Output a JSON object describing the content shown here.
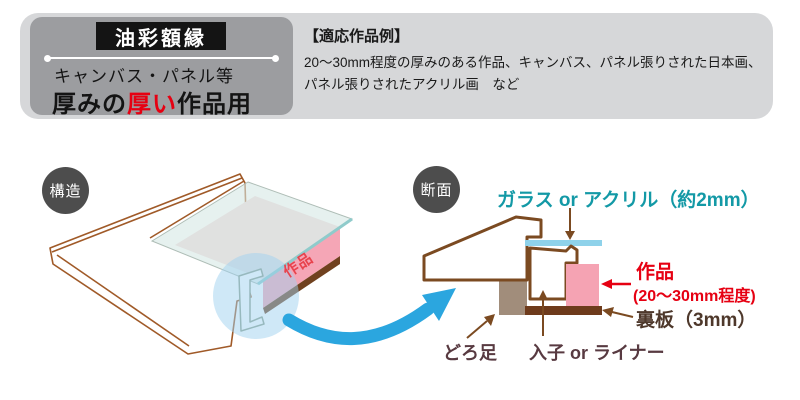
{
  "header": {
    "badge": {
      "title": "油彩額縁",
      "subtitle": "キャンバス・パネル等",
      "line2_prefix": "厚みの",
      "line2_highlight": "厚い",
      "line2_suffix": "作品用"
    },
    "examples": {
      "title": "【適応作品例】",
      "line1": "20～30mm程度の厚みのある作品、キャンバス、パネル張りされた日本画、",
      "line2": "パネル張りされたアクリル画　など"
    }
  },
  "diagram": {
    "structure_badge": "構造",
    "section_badge": "断面",
    "artwork_side_label": "作品",
    "labels": {
      "glass": "ガラス or アクリル（約2mm）",
      "artwork": "作品",
      "artwork_sub": "(20～30mm程度)",
      "backboard": "裏板（3mm）",
      "doroashi": "どろ足",
      "liner": "入子 or ライナー"
    }
  },
  "colors": {
    "panel_light_gray": "#d6d7d9",
    "panel_dark_gray": "#9c9da0",
    "title_box_black": "#141414",
    "accent_red": "#e60012",
    "accent_teal": "#1399a6",
    "frame_outline_brown": "#7b4a21",
    "sketch_brown": "#a05a28",
    "glass_blue": "#8fd2ea",
    "artwork_pink": "#f5a3b3",
    "backboard_brown": "#6e3b1c",
    "doroashi_taupe": "#a18d7b",
    "big_arrow_blue": "#2ba6df",
    "label_maroon": "#583a41"
  }
}
